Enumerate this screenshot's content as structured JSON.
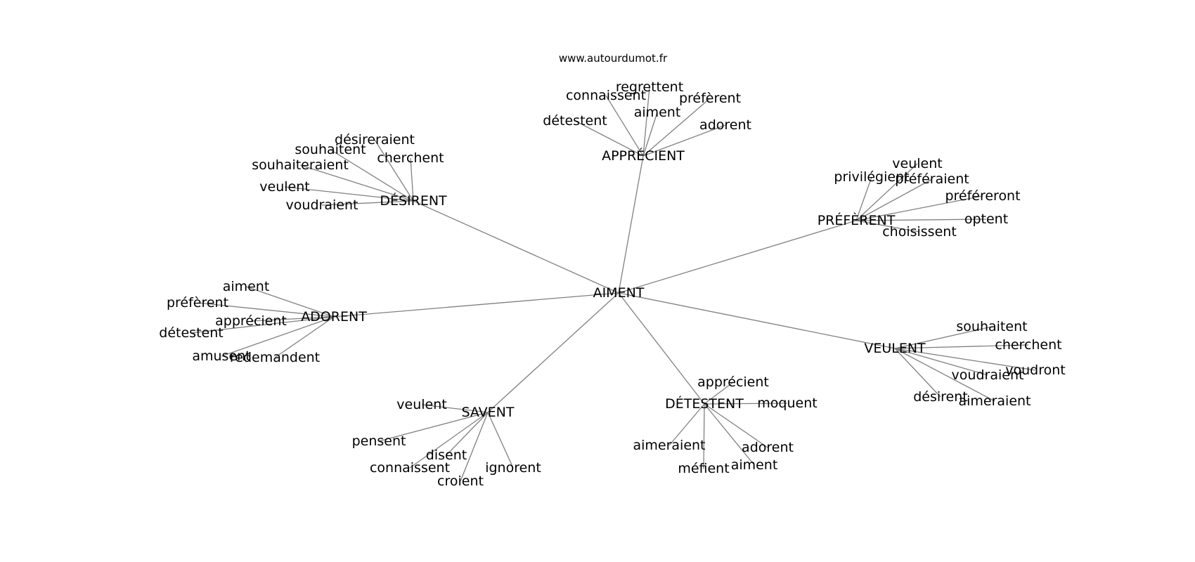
{
  "watermark": "www.autourdumot.fr",
  "colors": {
    "edge": "#808080",
    "text": "#000000",
    "background": "#ffffff"
  },
  "graph": {
    "center": "AIMENT",
    "clusters": [
      {
        "hub": "APPRÉCIENT",
        "leaves": [
          "regrettent",
          "connaissent",
          "préfèrent",
          "aiment",
          "détestent",
          "adorent"
        ]
      },
      {
        "hub": "DÉSIRENT",
        "leaves": [
          "désireraient",
          "souhaitent",
          "cherchent",
          "souhaiteraient",
          "veulent",
          "voudraient"
        ]
      },
      {
        "hub": "PRÉFÈRENT",
        "leaves": [
          "veulent",
          "privilégient",
          "préféraient",
          "préféreront",
          "optent",
          "choisissent"
        ]
      },
      {
        "hub": "ADORENT",
        "leaves": [
          "aiment",
          "préfèrent",
          "apprécient",
          "détestent",
          "amusent",
          "redemandent"
        ]
      },
      {
        "hub": "VEULENT",
        "leaves": [
          "souhaitent",
          "cherchent",
          "voudront",
          "voudraient",
          "désirent",
          "aimeraient"
        ]
      },
      {
        "hub": "SAVENT",
        "leaves": [
          "veulent",
          "pensent",
          "disent",
          "connaissent",
          "ignorent",
          "croient"
        ]
      },
      {
        "hub": "DÉTESTENT",
        "leaves": [
          "apprécient",
          "moquent",
          "aimeraient",
          "adorent",
          "aiment",
          "méfient"
        ]
      }
    ]
  }
}
